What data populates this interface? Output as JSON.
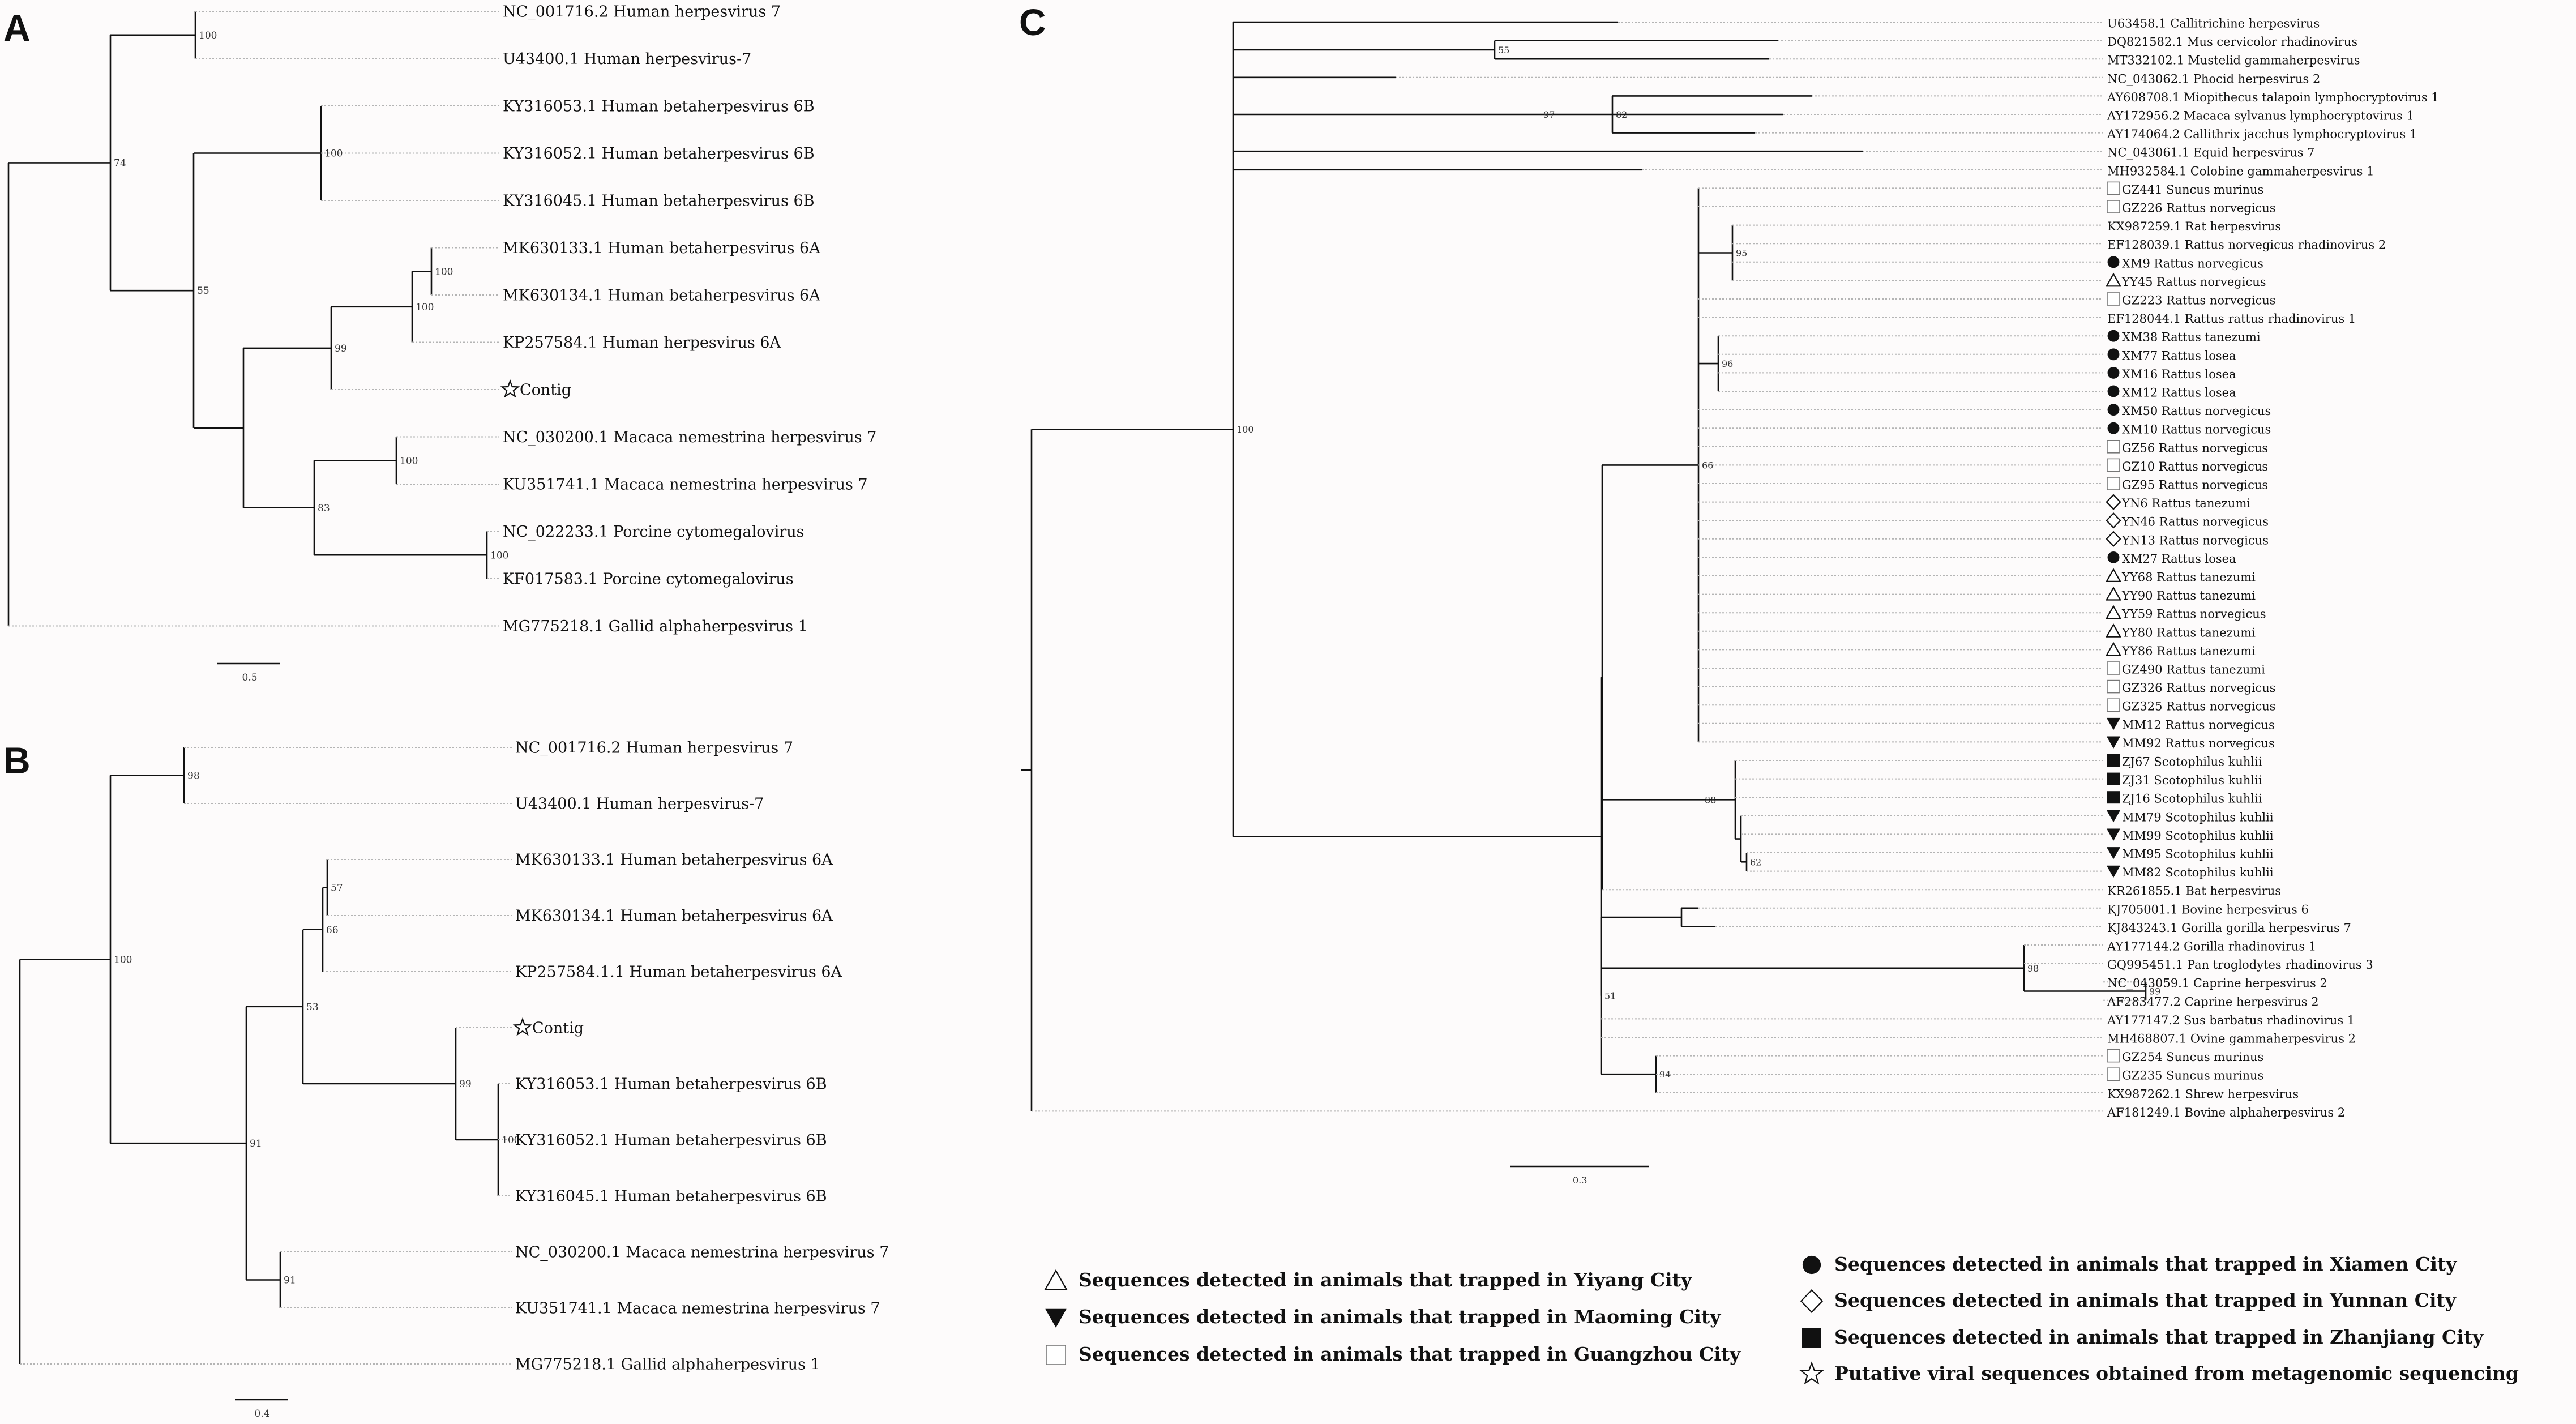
{
  "panels": [
    {
      "letter": "A",
      "labels": [
        {
          "text": "NC_001716.2 Human herpesvirus 7"
        },
        {
          "text": "U43400.1 Human herpesvirus-7"
        },
        {
          "text": "KY316053.1 Human betaherpesvirus 6B"
        },
        {
          "text": "KY316052.1 Human betaherpesvirus 6B"
        },
        {
          "text": "KY316045.1 Human betaherpesvirus 6B"
        },
        {
          "text": "MK630133.1 Human betaherpesvirus 6A"
        },
        {
          "text": "MK630134.1 Human betaherpesvirus 6A"
        },
        {
          "text": "KP257584.1 Human herpesvirus 6A"
        },
        {
          "text": "Contig",
          "marker": "star"
        },
        {
          "text": "NC_030200.1 Macaca nemestrina herpesvirus 7"
        },
        {
          "text": "KU351741.1 Macaca nemestrina herpesvirus 7"
        },
        {
          "text": "NC_022233.1 Porcine cytomegalovirus"
        },
        {
          "text": "KF017583.1 Porcine cytomegalovirus"
        },
        {
          "text": "MG775218.1 Gallid alphaherpesvirus 1"
        }
      ],
      "bootstraps": [
        "100",
        "100",
        "100",
        "100",
        "74",
        "99",
        "55",
        "100",
        "83",
        "100"
      ],
      "scale": "0.5"
    },
    {
      "letter": "B",
      "labels": [
        {
          "text": "NC_001716.2 Human herpesvirus 7"
        },
        {
          "text": "U43400.1 Human herpesvirus-7"
        },
        {
          "text": "MK630133.1 Human betaherpesvirus 6A"
        },
        {
          "text": "MK630134.1 Human betaherpesvirus 6A"
        },
        {
          "text": "KP257584.1.1 Human betaherpesvirus 6A"
        },
        {
          "text": "Contig",
          "marker": "star"
        },
        {
          "text": "KY316053.1 Human betaherpesvirus 6B"
        },
        {
          "text": "KY316052.1 Human betaherpesvirus 6B"
        },
        {
          "text": "KY316045.1 Human betaherpesvirus 6B"
        },
        {
          "text": "NC_030200.1 Macaca nemestrina herpesvirus 7"
        },
        {
          "text": "KU351741.1 Macaca nemestrina herpesvirus 7"
        },
        {
          "text": "MG775218.1 Gallid alphaherpesvirus 1"
        }
      ],
      "bootstraps": [
        "98",
        "57",
        "66",
        "53",
        "99",
        "100",
        "100",
        "91",
        "91"
      ],
      "scale": "0.4"
    },
    {
      "letter": "C",
      "labels": [
        {
          "text": "U63458.1 Callitrichine herpesvirus"
        },
        {
          "text": "DQ821582.1 Mus cervicolor rhadinovirus"
        },
        {
          "text": "MT332102.1 Mustelid gammaherpesvirus"
        },
        {
          "text": "NC_043062.1 Phocid herpesvirus 2"
        },
        {
          "text": "AY608708.1 Miopithecus talapoin lymphocryptovirus 1"
        },
        {
          "text": "AY172956.2 Macaca sylvanus lymphocryptovirus 1"
        },
        {
          "text": "AY174064.2 Callithrix jacchus lymphocryptovirus 1"
        },
        {
          "text": "NC_043061.1 Equid herpesvirus 7"
        },
        {
          "text": "MH932584.1 Colobine gammaherpesvirus 1"
        },
        {
          "text": "GZ441 Suncus murinus",
          "marker": "square"
        },
        {
          "text": "GZ226 Rattus norvegicus",
          "marker": "square"
        },
        {
          "text": "KX987259.1 Rat herpesvirus"
        },
        {
          "text": "EF128039.1 Rattus norvegicus rhadinovirus 2"
        },
        {
          "text": "XM9 Rattus norvegicus",
          "marker": "circle"
        },
        {
          "text": "YY45 Rattus norvegicus",
          "marker": "triangle"
        },
        {
          "text": "GZ223 Rattus norvegicus",
          "marker": "square"
        },
        {
          "text": "EF128044.1 Rattus rattus rhadinovirus 1"
        },
        {
          "text": "XM38 Rattus tanezumi",
          "marker": "circle"
        },
        {
          "text": "XM77 Rattus losea",
          "marker": "circle"
        },
        {
          "text": "XM16 Rattus losea",
          "marker": "circle"
        },
        {
          "text": "XM12 Rattus losea",
          "marker": "circle"
        },
        {
          "text": "XM50 Rattus norvegicus",
          "marker": "circle"
        },
        {
          "text": "XM10 Rattus norvegicus",
          "marker": "circle"
        },
        {
          "text": "GZ56 Rattus norvegicus",
          "marker": "square"
        },
        {
          "text": "GZ10 Rattus norvegicus",
          "marker": "square"
        },
        {
          "text": "GZ95 Rattus norvegicus",
          "marker": "square"
        },
        {
          "text": "YN6 Rattus tanezumi",
          "marker": "diamond"
        },
        {
          "text": "YN46 Rattus norvegicus",
          "marker": "diamond"
        },
        {
          "text": "YN13 Rattus norvegicus",
          "marker": "diamond"
        },
        {
          "text": "XM27 Rattus losea",
          "marker": "circle"
        },
        {
          "text": "YY68 Rattus tanezumi",
          "marker": "triangle"
        },
        {
          "text": "YY90 Rattus tanezumi",
          "marker": "triangle"
        },
        {
          "text": "YY59 Rattus norvegicus",
          "marker": "triangle"
        },
        {
          "text": "YY80 Rattus tanezumi",
          "marker": "triangle"
        },
        {
          "text": "YY86 Rattus tanezumi",
          "marker": "triangle"
        },
        {
          "text": "GZ490 Rattus tanezumi",
          "marker": "square"
        },
        {
          "text": "GZ326 Rattus norvegicus",
          "marker": "square"
        },
        {
          "text": "GZ325 Rattus norvegicus",
          "marker": "square"
        },
        {
          "text": "MM12 Rattus norvegicus",
          "marker": "invtriangle"
        },
        {
          "text": "MM92 Rattus norvegicus",
          "marker": "invtriangle"
        },
        {
          "text": "ZJ67 Scotophilus kuhlii",
          "marker": "filledsquare"
        },
        {
          "text": "ZJ31 Scotophilus kuhlii",
          "marker": "filledsquare"
        },
        {
          "text": "ZJ16 Scotophilus kuhlii",
          "marker": "filledsquare"
        },
        {
          "text": "MM79 Scotophilus kuhlii",
          "marker": "invtriangle"
        },
        {
          "text": "MM99 Scotophilus kuhlii",
          "marker": "invtriangle"
        },
        {
          "text": "MM95 Scotophilus kuhlii",
          "marker": "invtriangle"
        },
        {
          "text": "MM82 Scotophilus kuhlii",
          "marker": "invtriangle"
        },
        {
          "text": "KR261855.1 Bat herpesvirus"
        },
        {
          "text": "KJ705001.1 Bovine herpesvirus 6"
        },
        {
          "text": "KJ843243.1 Gorilla gorilla herpesvirus 7"
        },
        {
          "text": "AY177144.2 Gorilla rhadinovirus 1"
        },
        {
          "text": "GQ995451.1 Pan troglodytes rhadinovirus 3"
        },
        {
          "text": "NC_043059.1 Caprine herpesvirus 2"
        },
        {
          "text": "AF283477.2 Caprine herpesvirus 2"
        },
        {
          "text": "AY177147.2 Sus barbatus rhadinovirus 1"
        },
        {
          "text": "MH468807.1 Ovine gammaherpesvirus 2"
        },
        {
          "text": "GZ254 Suncus murinus",
          "marker": "square"
        },
        {
          "text": "GZ235 Suncus murinus",
          "marker": "square"
        },
        {
          "text": "KX987262.1 Shrew herpesvirus"
        },
        {
          "text": "AF181249.1 Bovine alphaherpesvirus 2"
        }
      ],
      "bootstraps": [
        "100",
        "55",
        "97",
        "82",
        "95",
        "96",
        "66",
        "88",
        "62",
        "51",
        "98",
        "99",
        "94"
      ],
      "scale": "0.3"
    }
  ],
  "legend": [
    {
      "marker": "triangle",
      "text": "Sequences detected in animals that trapped in Yiyang City"
    },
    {
      "marker": "invtriangle",
      "text": "Sequences detected in animals that trapped in Maoming City"
    },
    {
      "marker": "square",
      "text": "Sequences detected in animals that trapped in Guangzhou City"
    },
    {
      "marker": "circle",
      "text": "Sequences detected in animals that trapped in Xiamen City"
    },
    {
      "marker": "diamond",
      "text": "Sequences detected in animals that trapped in Yunnan City"
    },
    {
      "marker": "filledsquare",
      "text": "Sequences detected in animals that trapped in Zhanjiang City"
    },
    {
      "marker": "star",
      "text": "Putative viral sequences obtained from metagenomic sequencing"
    }
  ]
}
